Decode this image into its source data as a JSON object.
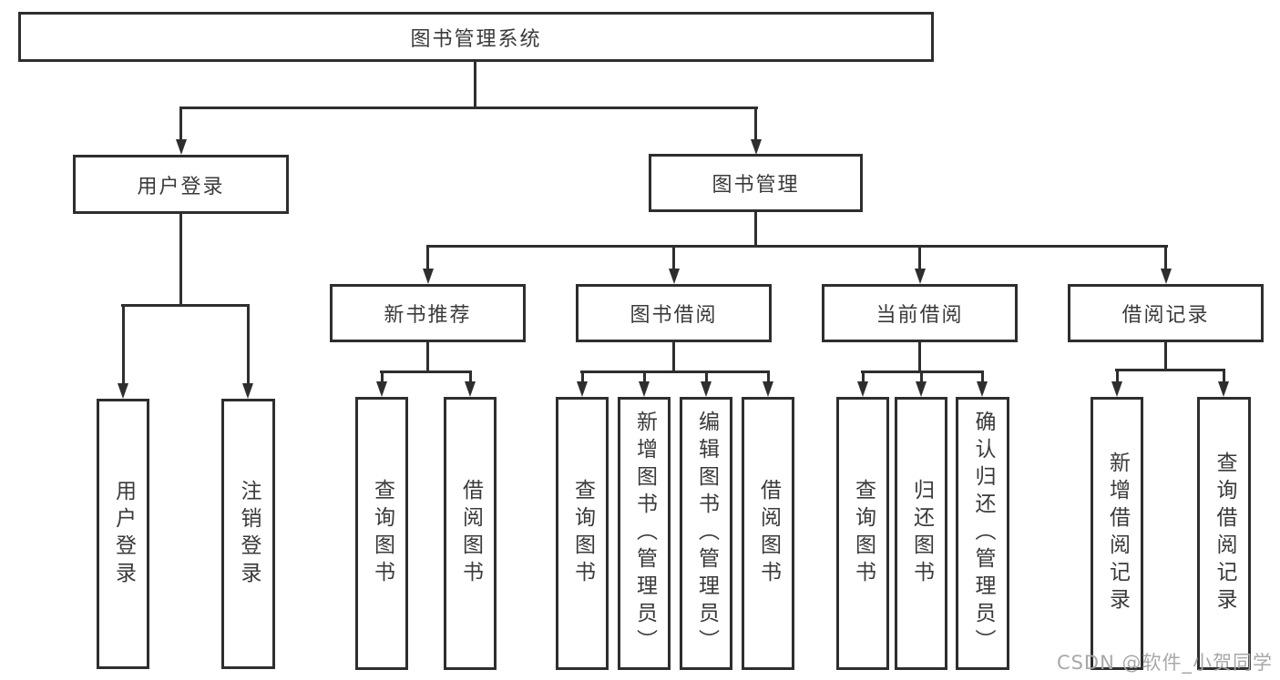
{
  "tree": {
    "root": {
      "label": "图书管理系统"
    },
    "branches": [
      {
        "label": "用户登录",
        "children": [
          {
            "label": "用户登录"
          },
          {
            "label": "注销登录"
          }
        ]
      },
      {
        "label": "图书管理",
        "children": [
          {
            "label": "新书推荐",
            "children": [
              {
                "label": "查询图书"
              },
              {
                "label": "借阅图书"
              }
            ]
          },
          {
            "label": "图书借阅",
            "children": [
              {
                "label": "查询图书"
              },
              {
                "label": "新增图书（管理员）"
              },
              {
                "label": "编辑图书（管理员）"
              },
              {
                "label": "借阅图书"
              }
            ]
          },
          {
            "label": "当前借阅",
            "children": [
              {
                "label": "查询图书"
              },
              {
                "label": "归还图书"
              },
              {
                "label": "确认归还（管理员）"
              }
            ]
          },
          {
            "label": "借阅记录",
            "children": [
              {
                "label": "新增借阅记录"
              },
              {
                "label": "查询借阅记录"
              }
            ]
          }
        ]
      }
    ]
  },
  "watermark": "CSDN @软件_小贺同学",
  "colors": {
    "line": "#2e2e2e",
    "text": "#3a3a3a",
    "background": "#ffffff",
    "watermark": "#a8a8a8"
  }
}
